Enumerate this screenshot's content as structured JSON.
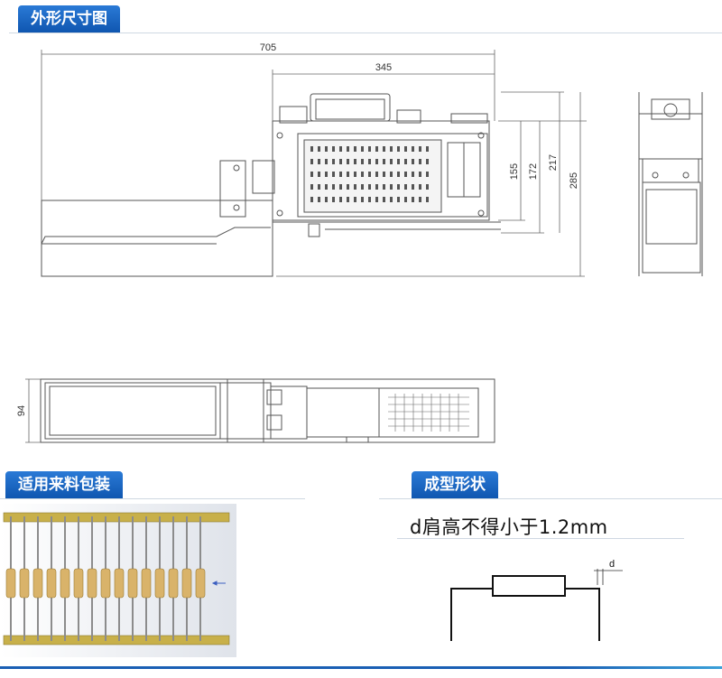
{
  "sections": {
    "dimensions": "外形尺寸图",
    "packaging": "适用来料包装",
    "forming": "成型形状"
  },
  "dims": {
    "w705": "705",
    "w345": "345",
    "h155": "155",
    "h172": "172",
    "h217": "217",
    "h285": "285",
    "d94": "94"
  },
  "forming_note": "d肩高不得小于1.2mm",
  "forming_label": "d",
  "colors": {
    "tag_blue": "#1a66c4",
    "line": "#444444",
    "tape": "#c8b04a",
    "body": "#d9b36a"
  }
}
